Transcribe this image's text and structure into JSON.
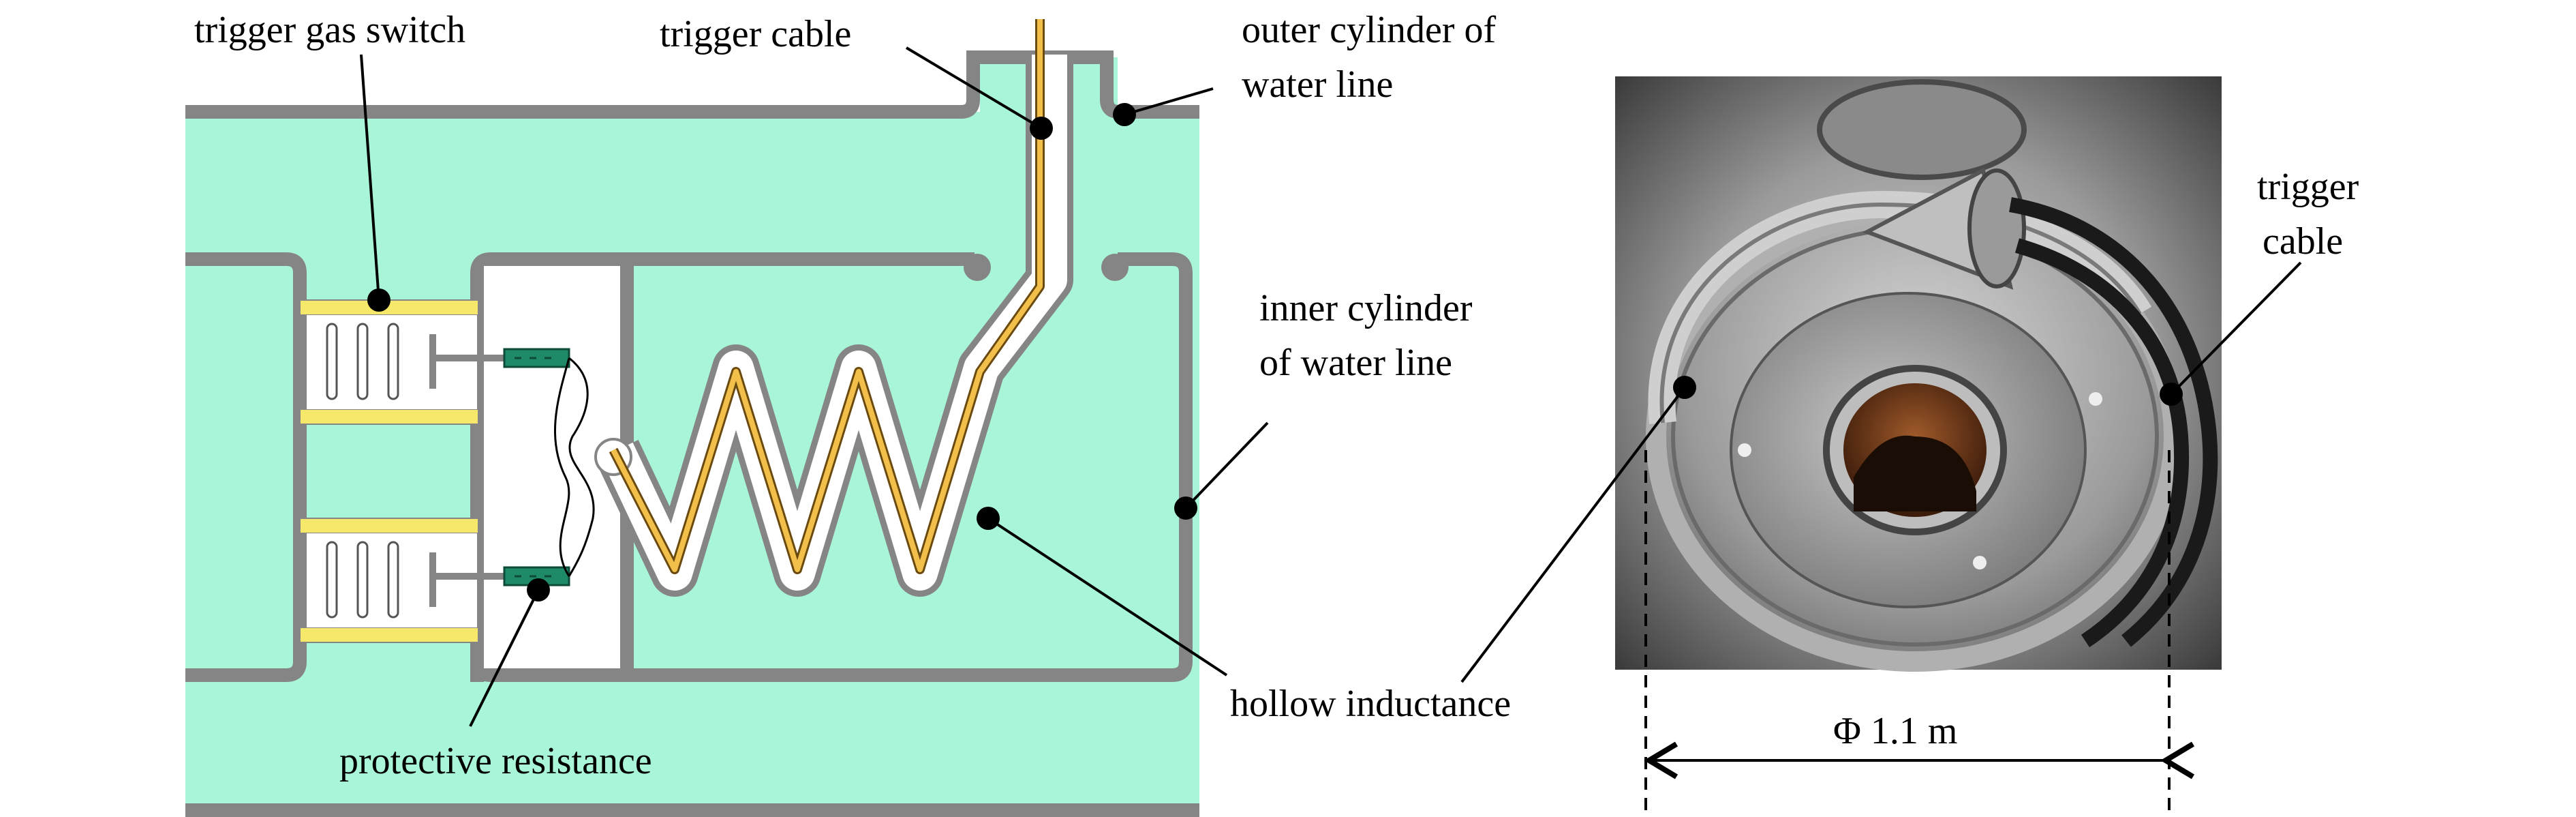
{
  "labels": {
    "trigger_gas_switch": "trigger gas switch",
    "trigger_cable": "trigger cable",
    "outer_cylinder_1": "outer cylinder of",
    "outer_cylinder_2": "water line",
    "inner_cylinder_1": "inner cylinder",
    "inner_cylinder_2": "of water line",
    "hollow_inductance": "hollow inductance",
    "protective_resistance": "protective resistance",
    "photo_trigger_1": "trigger",
    "photo_trigger_2": "cable",
    "diameter": "Φ 1.1 m"
  },
  "colors": {
    "water": "#a8f5d8",
    "wall": "#858585",
    "wall_edge": "#555555",
    "cavity": "#ffffff",
    "yellow": "#f5e86a",
    "cable": "#c8952a",
    "resistor": "#1f8a6a",
    "photo_bg": "#5a5a5a"
  }
}
